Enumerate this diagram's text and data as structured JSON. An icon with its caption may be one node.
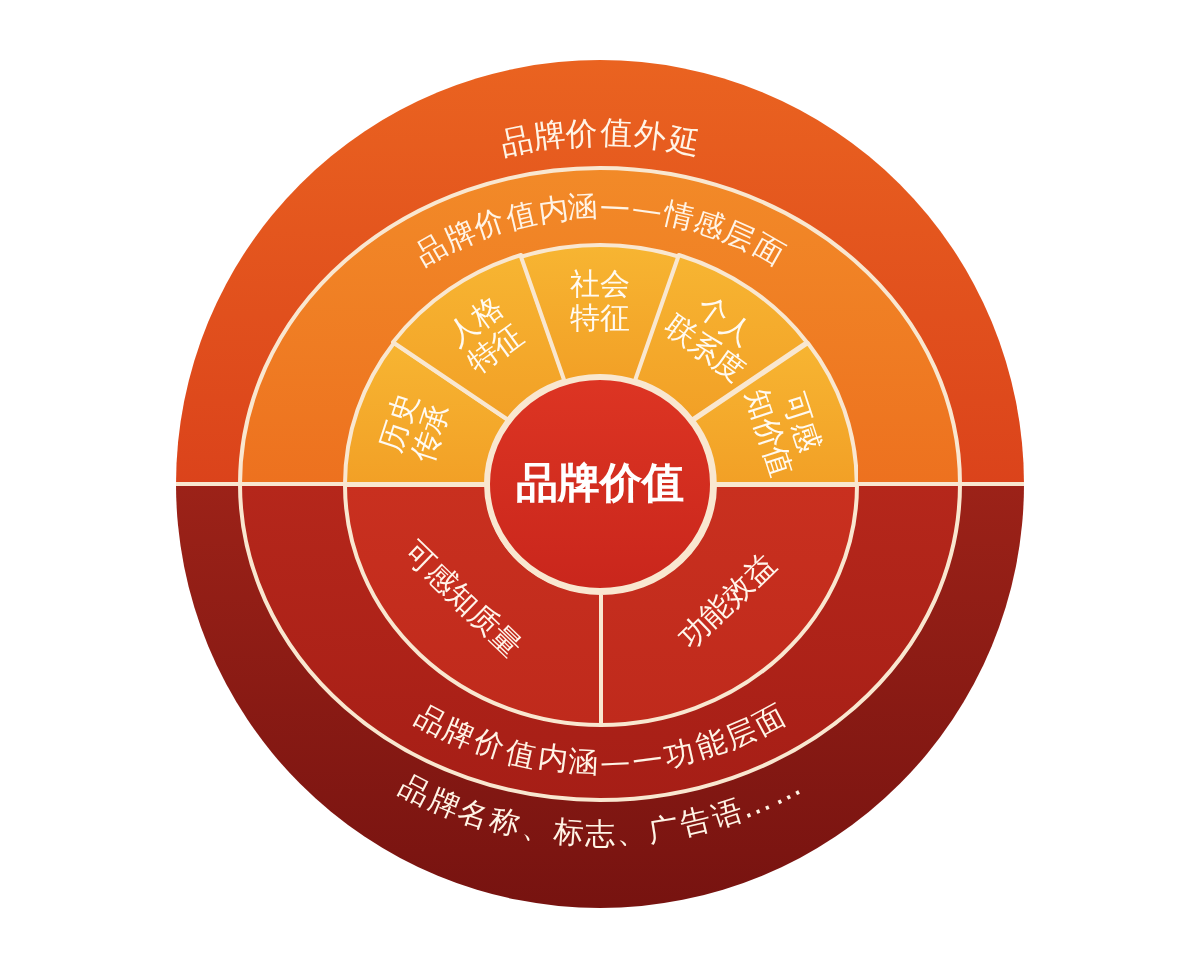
{
  "diagram": {
    "nodes": [
      {
        "text": [
          "品牌价值外延"
        ]
      },
      {
        "text": [
          "品牌价值内涵——情感层面"
        ],
        "in": 0
      },
      {
        "text": [
          "历史传承"
        ],
        "in": 1
      },
      {
        "text": [
          "人格特征"
        ],
        "in": 1
      },
      {
        "text": [
          "社会特征"
        ],
        "in": 1
      },
      {
        "text": [
          "个人联系度"
        ],
        "in": 1
      },
      {
        "text": [
          "可感知价值"
        ],
        "in": 1
      },
      {
        "text": [
          "品牌价值"
        ]
      },
      {
        "text": [
          "品牌名称、标志、广告语……"
        ]
      },
      {
        "text": [
          "品牌价值内涵——功能层面"
        ],
        "in": 8
      },
      {
        "text": [
          "可感知质量"
        ],
        "in": 9
      },
      {
        "text": [
          "功能效益"
        ],
        "in": 9
      }
    ]
  }
}
